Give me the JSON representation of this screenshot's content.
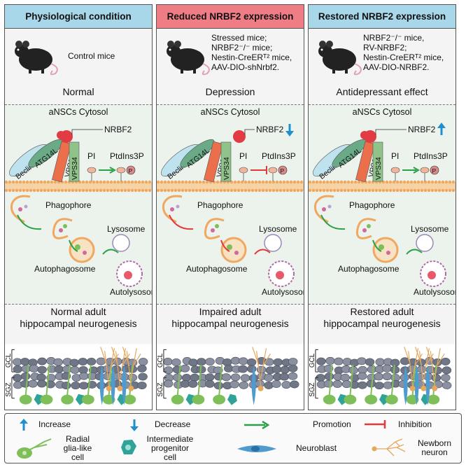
{
  "panels": [
    {
      "header": "Physiological condition",
      "header_color": "#a8d7ea",
      "mouse_lines": [
        "Control mice"
      ],
      "state": "Normal",
      "cytosol": "aNSCs Cytosol",
      "proteins": {
        "beclin": "Beclin1",
        "atg": "ATG14L",
        "vps15": "VPS15",
        "vps34": "VPS34",
        "nrbf2": "NRBF2",
        "pi": "PI",
        "ptdins": "PtdIns3P",
        "p": "P"
      },
      "stages": {
        "phagophore": "Phagophore",
        "lysosome": "Lysosome",
        "autophagosome": "Autophagosome",
        "autolysosome": "Autolysosome"
      },
      "neuro_lines": [
        "Normal adult",
        "hippocampal neurogenesis"
      ]
    },
    {
      "header": "Reduced NRBF2 expression",
      "header_color": "#ee7d86",
      "mouse_lines": [
        "Stressed mice;",
        "NRBF2⁻/⁻ mice;",
        "Nestin-CreERᵀ² mice,",
        "AAV-DIO-shNrbf2."
      ],
      "state": "Depression",
      "cytosol": "aNSCs Cytosol",
      "proteins": {
        "beclin": "Beclin1",
        "atg": "ATG14L",
        "vps15": "VPS15",
        "vps34": "VPS34",
        "nrbf2": "NRBF2",
        "pi": "PI",
        "ptdins": "PtdIns3P",
        "p": "P"
      },
      "stages": {
        "phagophore": "Phagophore",
        "lysosome": "Lysosome",
        "autophagosome": "Autophagosome",
        "autolysosome": "Autolysosome"
      },
      "neuro_lines": [
        "Impaired adult",
        "hippocampal neurogenesis"
      ]
    },
    {
      "header": "Restored NRBF2 expression",
      "header_color": "#a8d7ea",
      "mouse_lines": [
        "NRBF2⁻/⁻ mice,",
        "RV-NRBF2;",
        "Nestin-CreERᵀ² mice,",
        "AAV-DIO-NRBF2."
      ],
      "state": "Antidepressant effect",
      "cytosol": "aNSCs Cytosol",
      "proteins": {
        "beclin": "Beclin1",
        "atg": "ATG14L",
        "vps15": "VPS15",
        "vps34": "VPS34",
        "nrbf2": "NRBF2",
        "pi": "PI",
        "ptdins": "PtdIns3P",
        "p": "P"
      },
      "stages": {
        "phagophore": "Phagophore",
        "lysosome": "Lysosome",
        "autophagosome": "Autophagosome",
        "autolysosome": "Autolysosome"
      },
      "neuro_lines": [
        "Restored adult",
        "hippocampal neurogenesis"
      ]
    }
  ],
  "tissue_labels": {
    "gcl": "GCL",
    "sgz": "SGZ"
  },
  "legend": {
    "increase": "Increase",
    "decrease": "Decrease",
    "promotion": "Promotion",
    "inhibition": "Inhibition",
    "radial_glia": [
      "Radial",
      "glia-like",
      "cell"
    ],
    "intermediate": [
      "Intermediate",
      "progenitor",
      "cell"
    ],
    "neuroblast": "Neuroblast",
    "newborn": [
      "Newborn",
      "neuron"
    ]
  },
  "colors": {
    "up_arrow": "#1f8fd0",
    "promotion": "#2aa047",
    "inhibition": "#e23a3a",
    "membrane": "#f0a860",
    "beclin": "#bfe3ee",
    "atg": "#6aaa86",
    "vps15": "#ec6f4b",
    "vps34": "#8fc38a",
    "nrbf2": "#e23b43"
  }
}
